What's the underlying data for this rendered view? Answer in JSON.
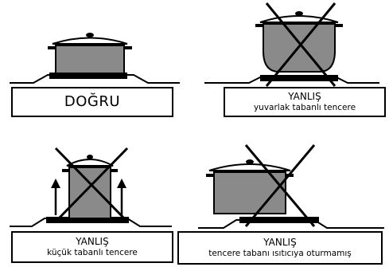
{
  "panels": [
    {
      "id": "correct",
      "title": "DOĞRU",
      "subtitle": ""
    },
    {
      "id": "round-bottom",
      "title": "YANLIŞ",
      "subtitle": "yuvarlak tabanlı tencere"
    },
    {
      "id": "small-bottom",
      "title": "YANLIŞ",
      "subtitle": "küçük tabanlı tencere"
    },
    {
      "id": "not-seated",
      "title": "YANLIŞ",
      "subtitle": "tencere tabanı ısıtıcıya oturmamış"
    }
  ],
  "colors": {
    "pot_fill": "#8a8a8a",
    "stroke": "#000000",
    "background": "#ffffff"
  }
}
